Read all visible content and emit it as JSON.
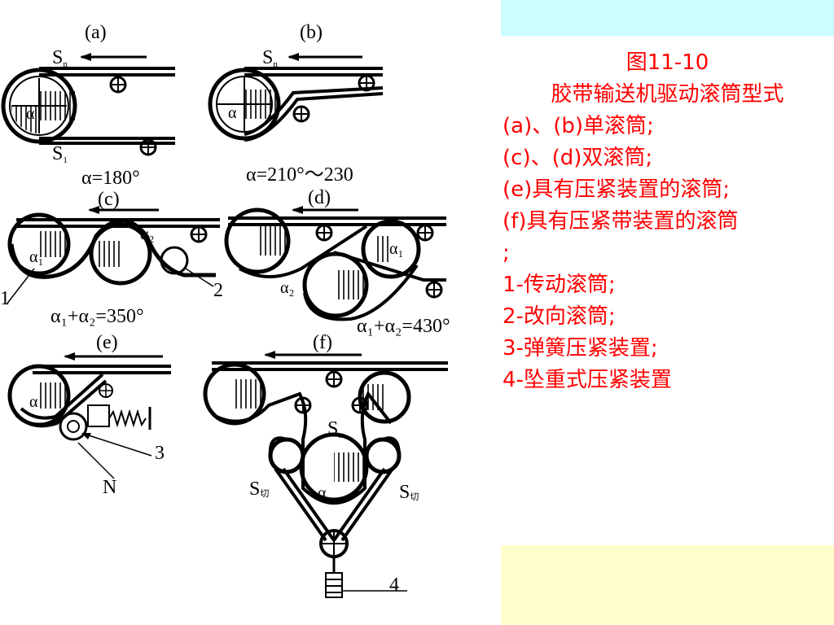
{
  "caption": {
    "title": "图11-10",
    "subtitle": "胶带输送机驱动滚筒型式",
    "lines": [
      "(a)、(b)单滚筒;",
      "(c)、(d)双滚筒;",
      "(e)具有压紧装置的滚筒;",
      "(f)具有压紧带装置的滚筒",
      ";",
      "1-传动滚筒;",
      "2-改向滚筒;",
      "3-弹簧压紧装置;",
      "4-坠重式压紧装置"
    ],
    "color": "#ff0000"
  },
  "panels": {
    "a": {
      "label": "(a)",
      "s_top": "S",
      "s_top_sub": "n",
      "s_bottom": "S",
      "s_bottom_sub": "1",
      "alpha": "α",
      "angle": "α=180°"
    },
    "b": {
      "label": "(b)",
      "s_top": "S",
      "s_top_sub": "n",
      "alpha": "α",
      "angle": "α=210°～230"
    },
    "c": {
      "label": "(c)",
      "alpha1": "α₁",
      "alpha2": "α₂",
      "callout1": "1",
      "callout2": "2",
      "angle": "α₁+α₂=350°"
    },
    "d": {
      "label": "(d)",
      "alpha1": "α₁",
      "alpha2": "α₂",
      "angle": "α₁+α₂=430°"
    },
    "e": {
      "label": "(e)",
      "alpha": "α",
      "callout3": "3",
      "force": "N"
    },
    "f": {
      "label": "(f)",
      "s_n": "S",
      "s_n_sub": "n",
      "s_left": "S",
      "s_left_sub": "切",
      "s_right": "S",
      "s_right_sub": "切",
      "alpha": "α",
      "callout4": "4"
    }
  },
  "colors": {
    "top_band": "#ccffff",
    "bottom_band": "#ffffcc",
    "diagram_ink": "#000000"
  }
}
